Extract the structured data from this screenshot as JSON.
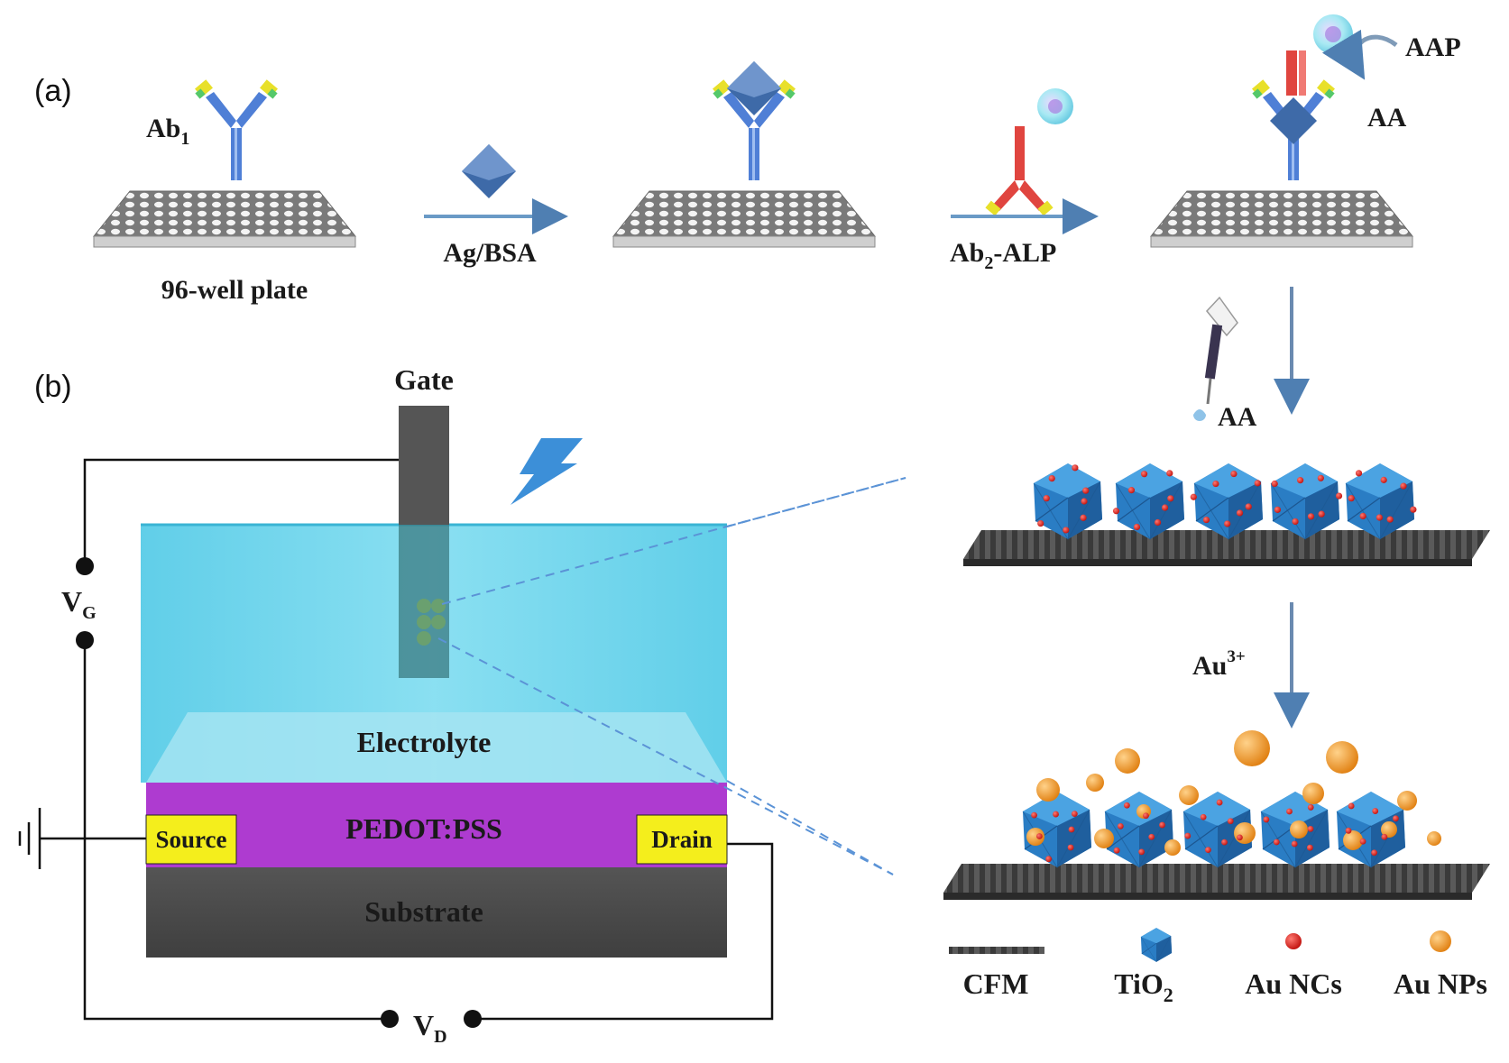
{
  "panel_labels": {
    "a": "(a)",
    "b": "(b)"
  },
  "steps": {
    "ab1_main": "Ab",
    "ab1_sub": "1",
    "plate": "96-well plate",
    "step1": "Ag/BSA",
    "step2_main": "Ab",
    "step2_sub": "2",
    "step2_rest": "-ALP",
    "aap": "AAP",
    "aa_top": "AA"
  },
  "pipette_label": "AA",
  "au_ion_main": "Au",
  "au_ion_sup": "3+",
  "device": {
    "gate": "Gate",
    "electrolyte": "Electrolyte",
    "pedot": "PEDOT:PSS",
    "source": "Source",
    "drain": "Drain",
    "substrate": "Substrate",
    "vg_main": "V",
    "vg_sub": "G",
    "vd_main": "V",
    "vd_sub": "D"
  },
  "legend": {
    "cfm": "CFM",
    "tio2_main": "TiO",
    "tio2_sub": "2",
    "au_ncs": "Au NCs",
    "au_nps": "Au NPs"
  },
  "colors": {
    "electrolyte": "#5fd3ee",
    "pedot": "#b43fd6",
    "contact": "#f4ee1c",
    "substrate": "#4a4a4a",
    "tio2": "#2a7dc4",
    "au_nc": "#e0221e",
    "au_np": "#f19a20",
    "ab1": "#4f7fd6",
    "ab2": "#e0453f"
  }
}
